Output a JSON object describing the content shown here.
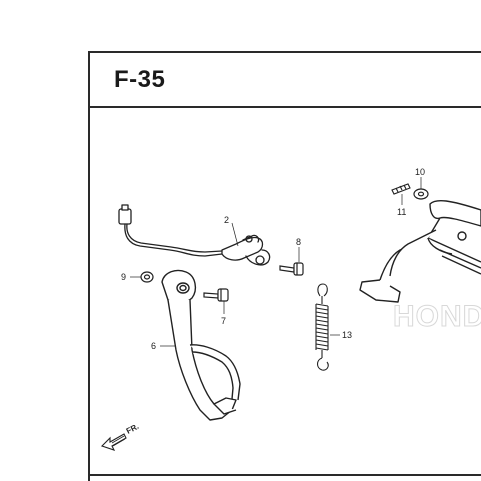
{
  "page": {
    "title": "F-35"
  },
  "callouts": {
    "c2": "2",
    "c6": "6",
    "c7": "7",
    "c8": "8",
    "c9": "9",
    "c10": "10",
    "c11": "11",
    "c13": "13"
  },
  "direction_marker": {
    "label": "FR."
  },
  "watermark": {
    "text": "HONDA"
  },
  "colors": {
    "line": "#222222",
    "frame": "#2a2a2a"
  }
}
